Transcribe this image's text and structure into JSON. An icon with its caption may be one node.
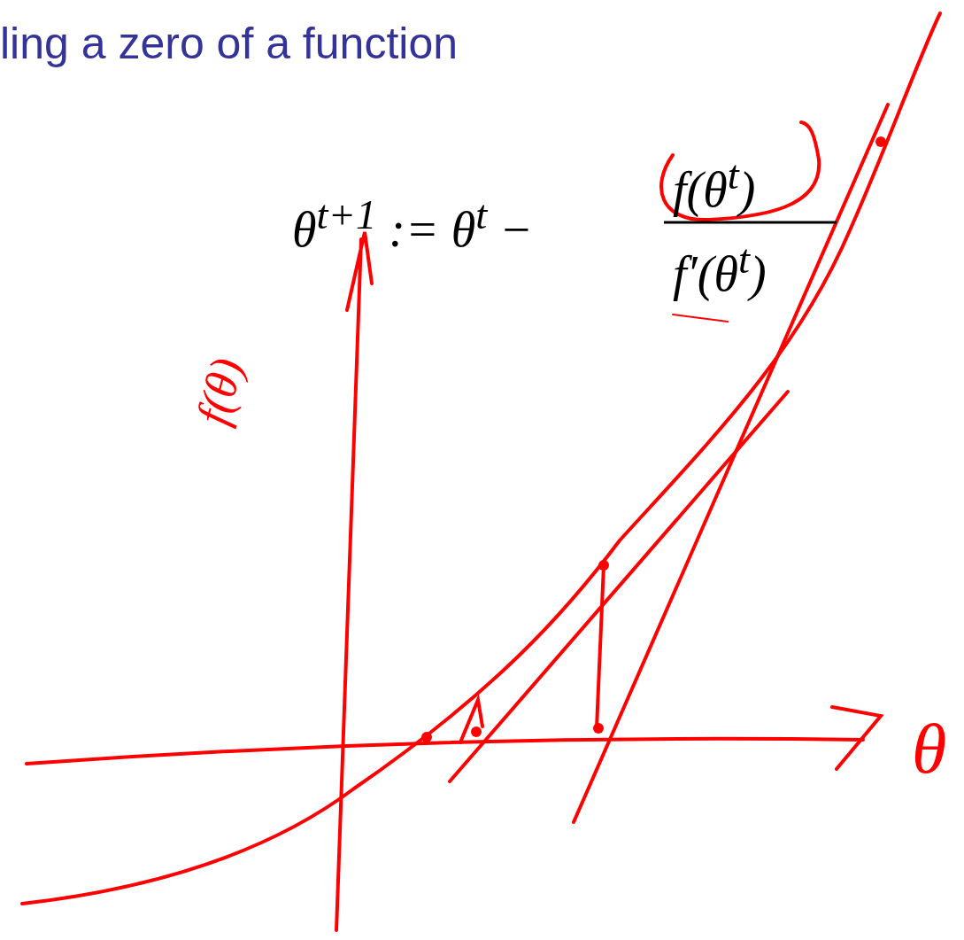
{
  "diagram": {
    "title": "ling a zero of a function",
    "labels": [
      "θ$^{t+1}$ := θ$^{t}$ −",
      "f(θ$^{t}$)",
      "f′(θ$^{t}$)",
      "f(θ)",
      "θ"
    ]
  }
}
